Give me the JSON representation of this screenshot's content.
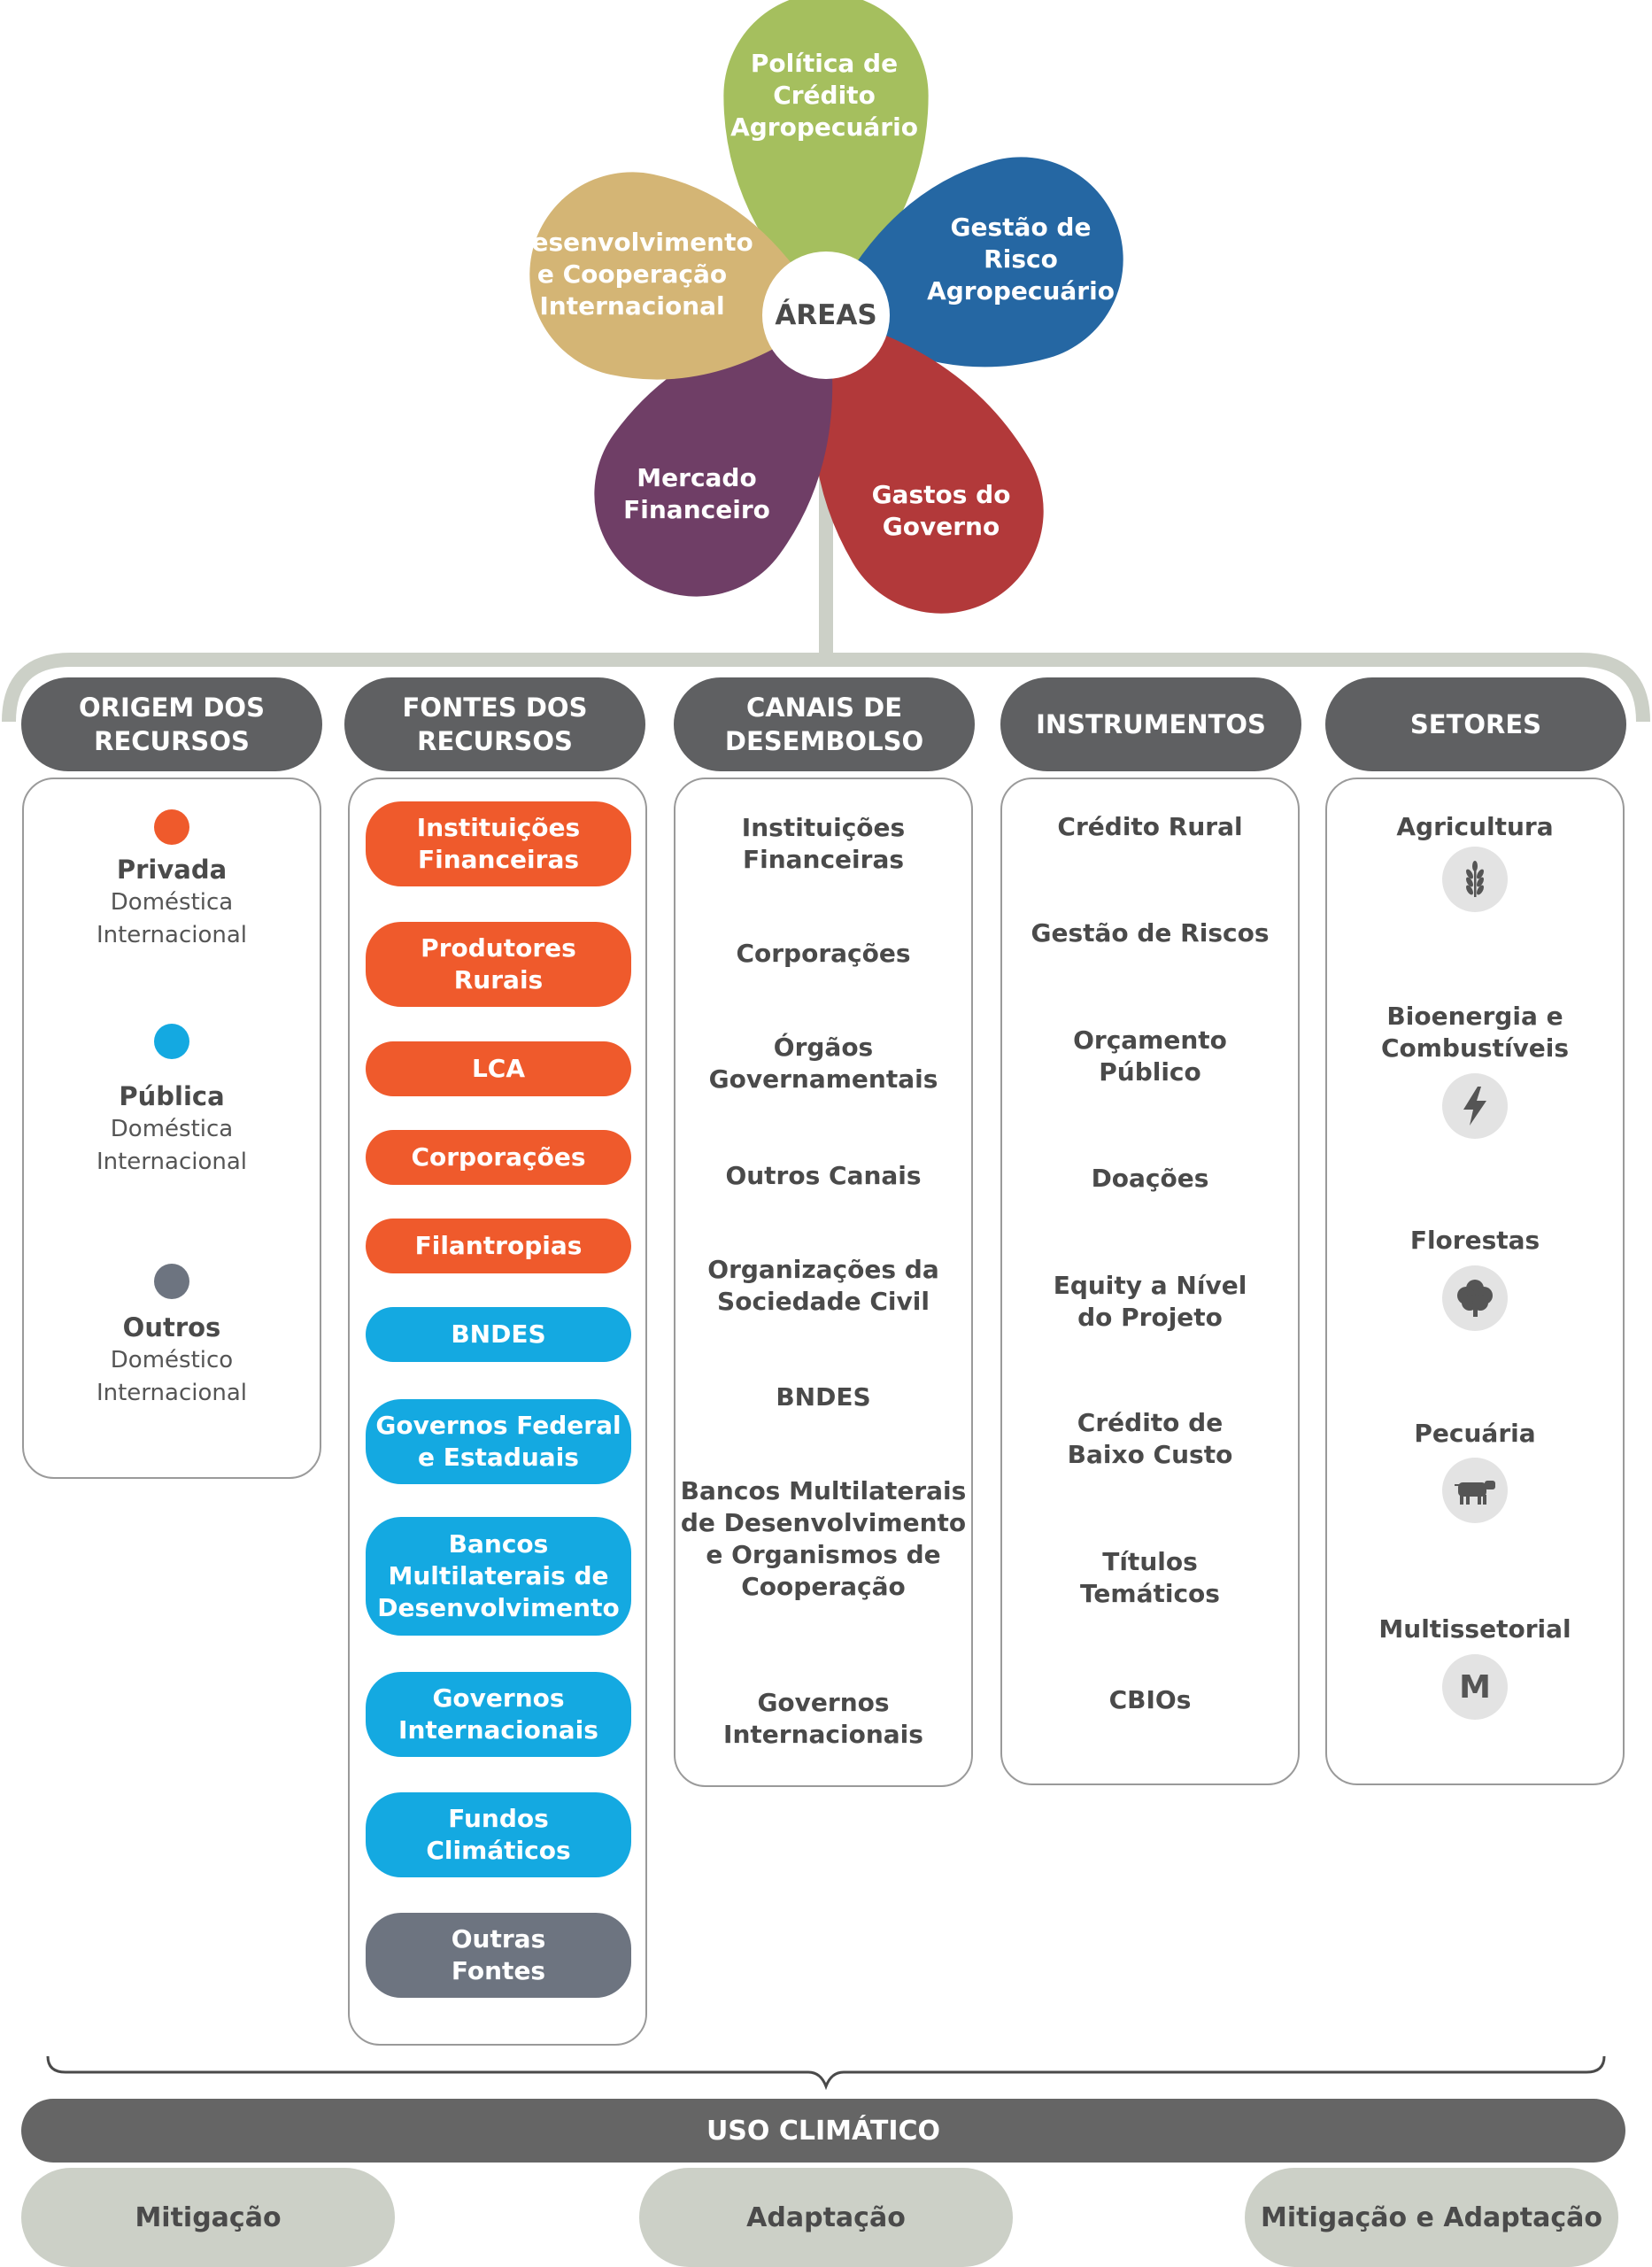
{
  "flower": {
    "center": "ÁREAS",
    "petals": [
      {
        "label": "Política de\nCrédito\nAgropecuário",
        "color": "#a5bf5e"
      },
      {
        "label": "Gestão de\nRisco\nAgropecuário",
        "color": "#2567a3"
      },
      {
        "label": "Gastos do\nGoverno",
        "color": "#b2393a"
      },
      {
        "label": "Mercado\nFinanceiro",
        "color": "#6f3e66"
      },
      {
        "label": "Desenvolvimento\ne Cooperação\nInternacional",
        "color": "#d4b575"
      }
    ]
  },
  "columns": {
    "origem": {
      "header": "ORIGEM DOS\nRECURSOS",
      "items": [
        {
          "title": "Privada",
          "sub1": "Doméstica",
          "sub2": "Internacional",
          "color": "#ef5a2c"
        },
        {
          "title": "Pública",
          "sub1": "Doméstica",
          "sub2": "Internacional",
          "color": "#14a9e1"
        },
        {
          "title": "Outros",
          "sub1": "Doméstico",
          "sub2": "Internacional",
          "color": "#6d7480"
        }
      ]
    },
    "fontes": {
      "header": "FONTES DOS\nRECURSOS",
      "items": [
        {
          "label": "Instituições\nFinanceiras",
          "color": "#ef5a2c"
        },
        {
          "label": "Produtores\nRurais",
          "color": "#ef5a2c"
        },
        {
          "label": "LCA",
          "color": "#ef5a2c"
        },
        {
          "label": "Corporações",
          "color": "#ef5a2c"
        },
        {
          "label": "Filantropias",
          "color": "#ef5a2c"
        },
        {
          "label": "BNDES",
          "color": "#14a9e1"
        },
        {
          "label": "Governos Federal\ne Estaduais",
          "color": "#14a9e1"
        },
        {
          "label": "Bancos\nMultilaterais de\nDesenvolvimento",
          "color": "#14a9e1"
        },
        {
          "label": "Governos\nInternacionais",
          "color": "#14a9e1"
        },
        {
          "label": "Fundos\nClimáticos",
          "color": "#14a9e1"
        },
        {
          "label": "Outras\nFontes",
          "color": "#6d7480"
        }
      ]
    },
    "canais": {
      "header": "CANAIS DE\nDESEMBOLSO",
      "items": [
        "Instituições\nFinanceiras",
        "Corporações",
        "Órgãos\nGovernamentais",
        "Outros Canais",
        "Organizações da\nSociedade Civil",
        "BNDES",
        "Bancos Multilaterais\nde Desenvolvimento\ne Organismos de\nCooperação",
        "Governos\nInternacionais"
      ]
    },
    "instrumentos": {
      "header": "INSTRUMENTOS",
      "items": [
        "Crédito Rural",
        "Gestão de Riscos",
        "Orçamento\nPúblico",
        "Doações",
        "Equity a Nível\ndo Projeto",
        "Crédito de\nBaixo Custo",
        "Títulos\nTemáticos",
        "CBIOs"
      ]
    },
    "setores": {
      "header": "SETORES",
      "items": [
        {
          "label": "Agricultura",
          "icon": "wheat-icon"
        },
        {
          "label": "Bioenergia e\nCombustíveis",
          "icon": "lightning-icon"
        },
        {
          "label": "Florestas",
          "icon": "tree-icon"
        },
        {
          "label": "Pecuária",
          "icon": "cow-icon"
        },
        {
          "label": "Multissetorial",
          "icon": "letter-m-icon",
          "glyph": "M"
        }
      ]
    }
  },
  "climate": {
    "title": "USO CLIMÁTICO",
    "uses": [
      "Mitigação",
      "Adaptação",
      "Mitigação e Adaptação"
    ]
  },
  "colors": {
    "stem": "#ccd0c7",
    "header_bg": "#5f6062",
    "private": "#ef5a2c",
    "public": "#14a9e1",
    "other": "#6d7480"
  }
}
